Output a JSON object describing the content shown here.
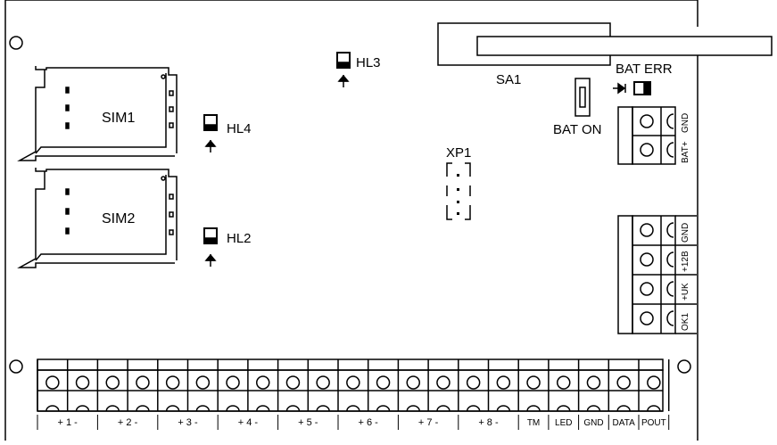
{
  "labels": {
    "sim1": "SIM1",
    "sim2": "SIM2",
    "hl3": "HL3",
    "hl4": "HL4",
    "hl2": "HL2",
    "sa1": "SA1",
    "bat_err": "BAT ERR",
    "bat_on": "BAT ON",
    "xp1": "XP1"
  },
  "battery_terminals": [
    "GND",
    "BAT+"
  ],
  "power_terminals": [
    "GND",
    "+12B",
    "+UK",
    "OK1"
  ],
  "bottom_terminals": [
    "+ 1 -",
    "+ 2 -",
    "+ 3 -",
    "+ 4 -",
    "+ 5 -",
    "+ 6 -",
    "+ 7 -",
    "+ 8 -",
    "TM",
    "LED",
    "GND",
    "DATA",
    "POUT"
  ]
}
